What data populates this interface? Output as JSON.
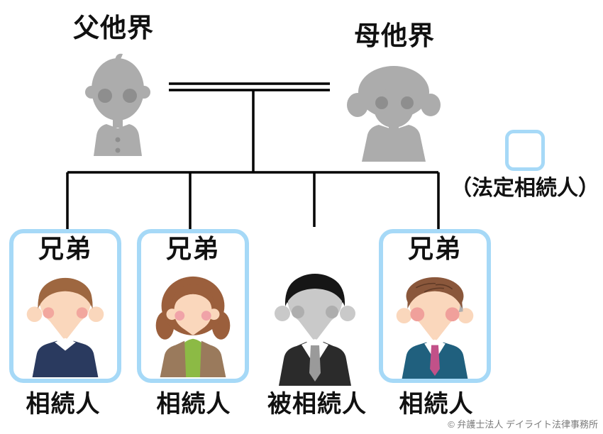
{
  "diagram": {
    "type": "family-inheritance-tree",
    "parents": {
      "father_label": "父他界",
      "mother_label": "母他界"
    },
    "legend": {
      "label": "（法定相続人）"
    },
    "children": [
      {
        "box_label": "兄弟",
        "role_label": "相続人",
        "highlighted": true,
        "figure": "brother-navy-sweater"
      },
      {
        "box_label": "兄弟",
        "role_label": "相続人",
        "highlighted": true,
        "figure": "sister-green-top"
      },
      {
        "box_label": "",
        "role_label": "被相続人",
        "highlighted": false,
        "figure": "decedent-gray-suit"
      },
      {
        "box_label": "兄弟",
        "role_label": "相続人",
        "highlighted": true,
        "figure": "brother-teal-suit"
      }
    ],
    "footer": {
      "copyright": "© 弁護士法人 デイライト法律事務所"
    },
    "colors": {
      "highlight_box_border": "#a6d9f7",
      "tree_line": "#000000",
      "deceased_silhouette": "#acacac",
      "deceased_silhouette_dark": "#8e8e8e",
      "copyright_text": "#7a7a7a"
    }
  }
}
